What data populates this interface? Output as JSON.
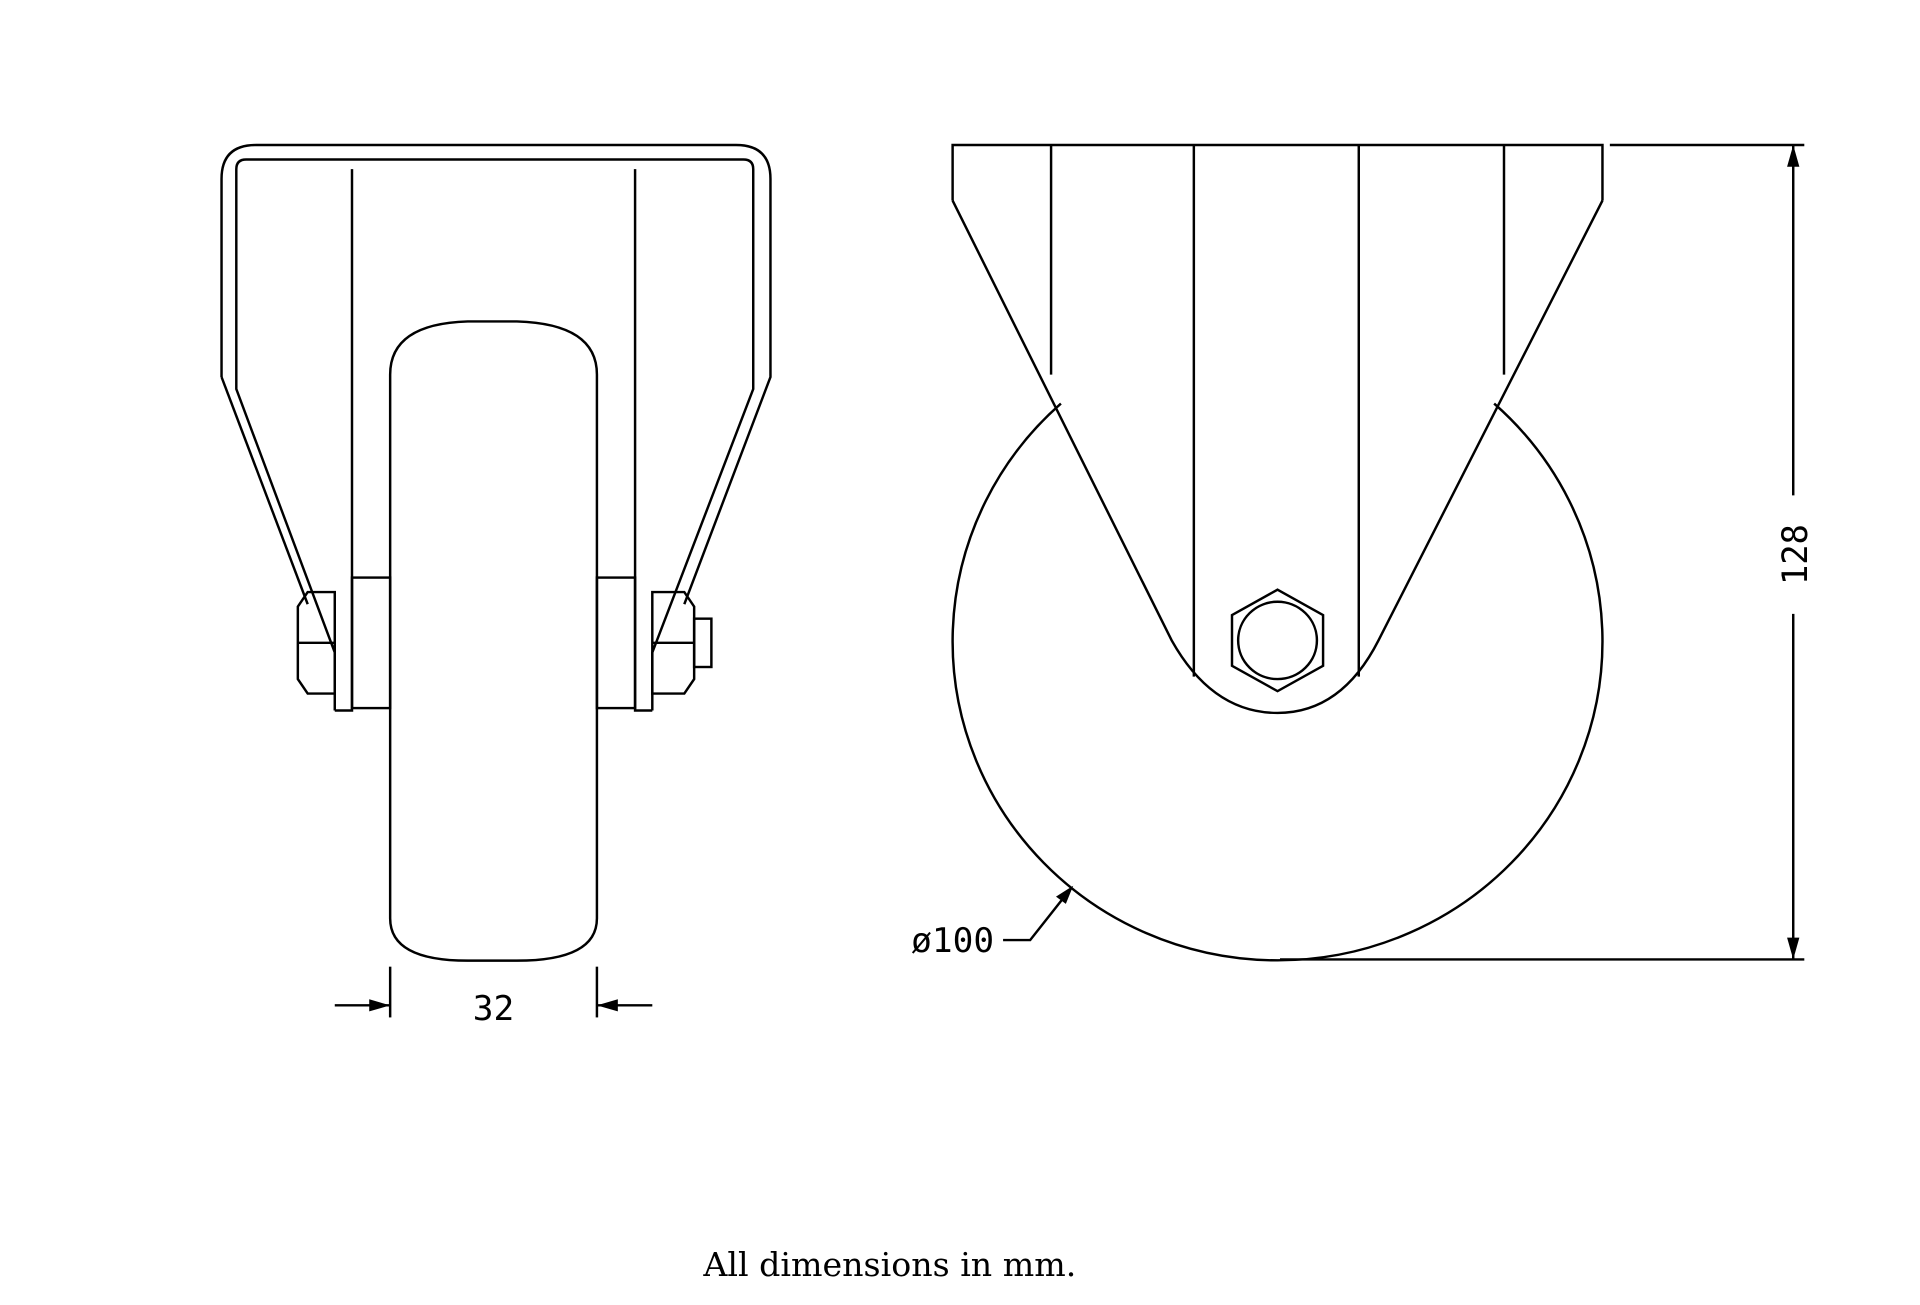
{
  "drawing": {
    "width_label": "32",
    "diameter_label": "ø100",
    "height_label": "128",
    "caption": "All dimensions in mm."
  }
}
